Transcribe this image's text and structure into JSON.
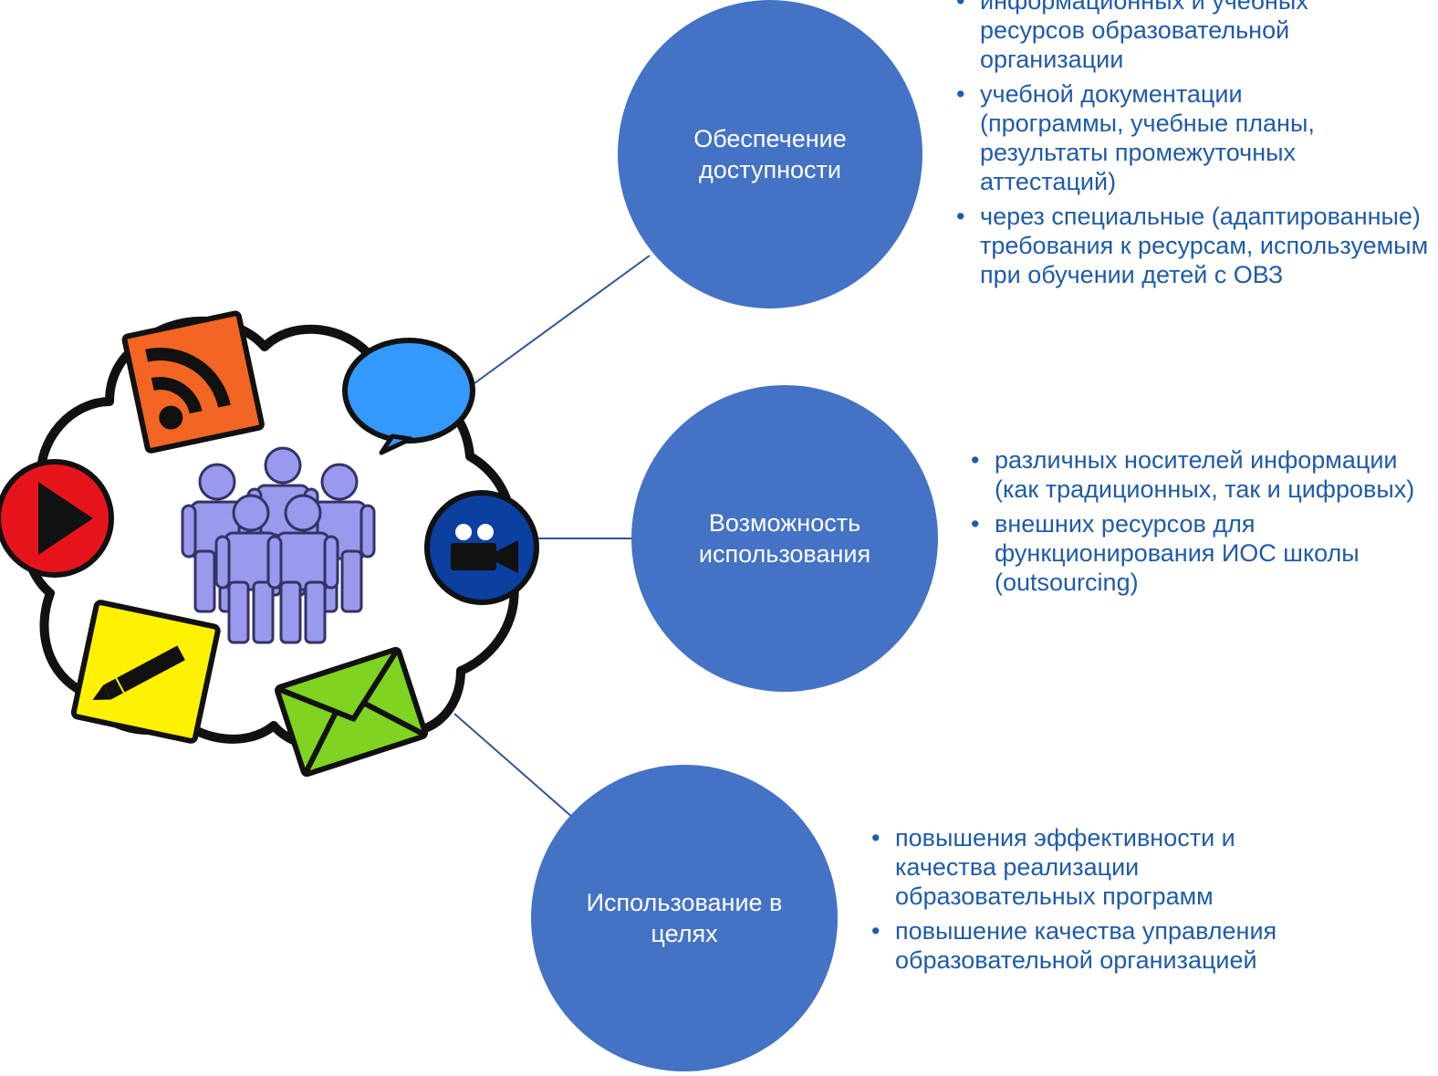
{
  "nodes": [
    {
      "id": "accessibility",
      "title": "Обеспечение доступности",
      "items": [
        "информационных и учебных ресурсов образовательной организации",
        "учебной документации (программы, учебные планы, результаты промежуточных аттестаций)",
        "через специальные (адаптированные) требования к ресурсам, используемым при обучении детей с ОВЗ"
      ]
    },
    {
      "id": "possibility",
      "title": "Возможность использования",
      "items": [
        "различных носителей информации (как традиционных, так и цифровых)",
        "внешних ресурсов для функционирования ИОС школы (outsourcing)"
      ]
    },
    {
      "id": "purpose",
      "title": "Использование в целях",
      "items": [
        "повышения эффективности и качества реализации образовательных программ",
        "повышение качества управления образовательной организацией"
      ]
    }
  ],
  "colors": {
    "circle_fill": "#4472c4",
    "bullet_text": "#1f5ba8",
    "connector": "#2f5597",
    "rss": "#f26522",
    "chat": "#3399ff",
    "play": "#e8141c",
    "video": "#0b3fa0",
    "note": "#fff200",
    "mail": "#7fd321",
    "people": "#9999ee"
  },
  "icons": [
    "rss-icon",
    "chat-bubble-icon",
    "play-icon",
    "video-camera-icon",
    "pencil-note-icon",
    "envelope-icon",
    "people-group-icon"
  ]
}
